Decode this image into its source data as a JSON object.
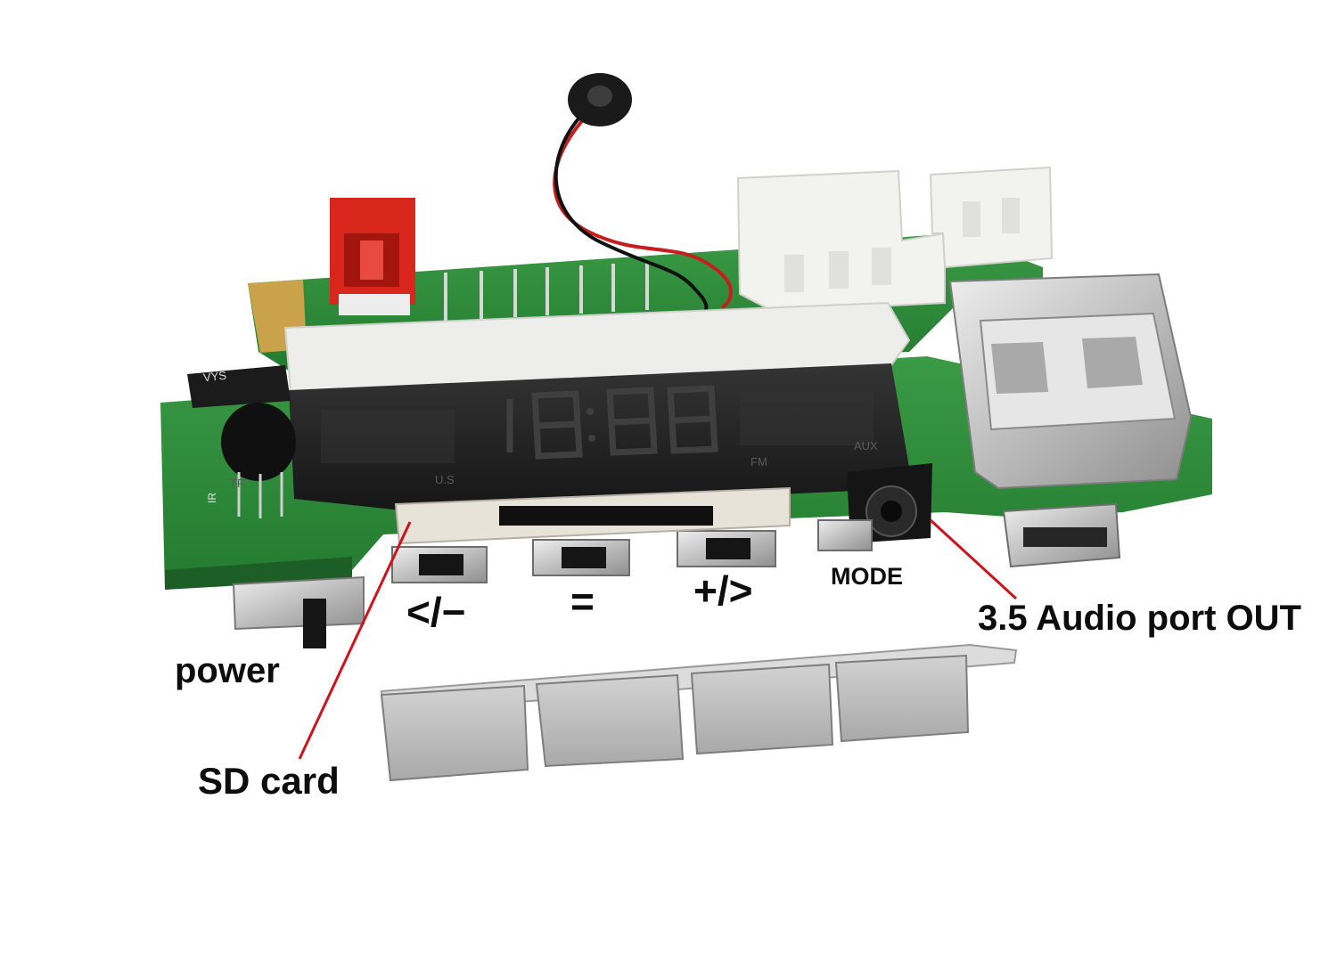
{
  "labels": {
    "power": "power",
    "sd_card": "SD card",
    "audio_out": "3.5 Audio port OUT",
    "mode": "MODE",
    "prev": "</−",
    "play": "=",
    "next": "+/>"
  },
  "board_print": {
    "brand": "VYS",
    "tf": "TF",
    "usb": "U.S",
    "fm": "FM",
    "aux": "AUX",
    "ir": "IR"
  },
  "display": {
    "digits": "18:88"
  },
  "colors": {
    "pcb": "#2f8a3a",
    "pcb_dark": "#1f6a2a",
    "display": "#262626",
    "display_segment": "#3c3c3c",
    "connector_white": "#f2f2ee",
    "connector_red": "#d8261d",
    "metal": "#c9c9c9",
    "annotation_line": "#d0121c"
  }
}
